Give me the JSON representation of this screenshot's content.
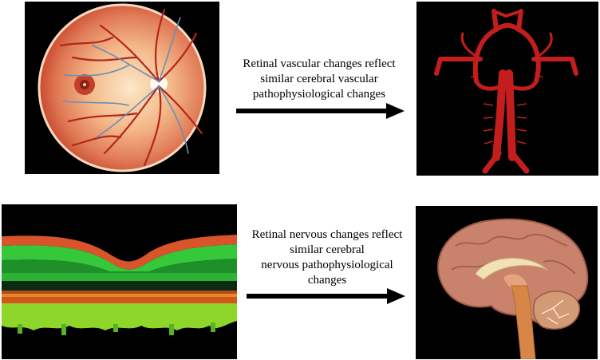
{
  "captions": {
    "vascular": [
      "Retinal vascular changes reflect",
      "similar cerebral vascular",
      "pathophysiological changes"
    ],
    "nervous": [
      "Retinal nervous changes reflect",
      "similar cerebral",
      "nervous pathophysiological",
      "changes"
    ]
  },
  "images": {
    "retina": "retinal-fundus-illustration",
    "vessels": "cerebral-arterial-circle-illustration",
    "oct": "retinal-oct-cross-section",
    "brain": "brain-sagittal-section-illustration"
  },
  "colors": {
    "arrow": "#000000",
    "vessel_red": "#c41d1d",
    "oct_green": "#2db82d",
    "oct_orange": "#e0661a",
    "brain": "#c9826b"
  }
}
